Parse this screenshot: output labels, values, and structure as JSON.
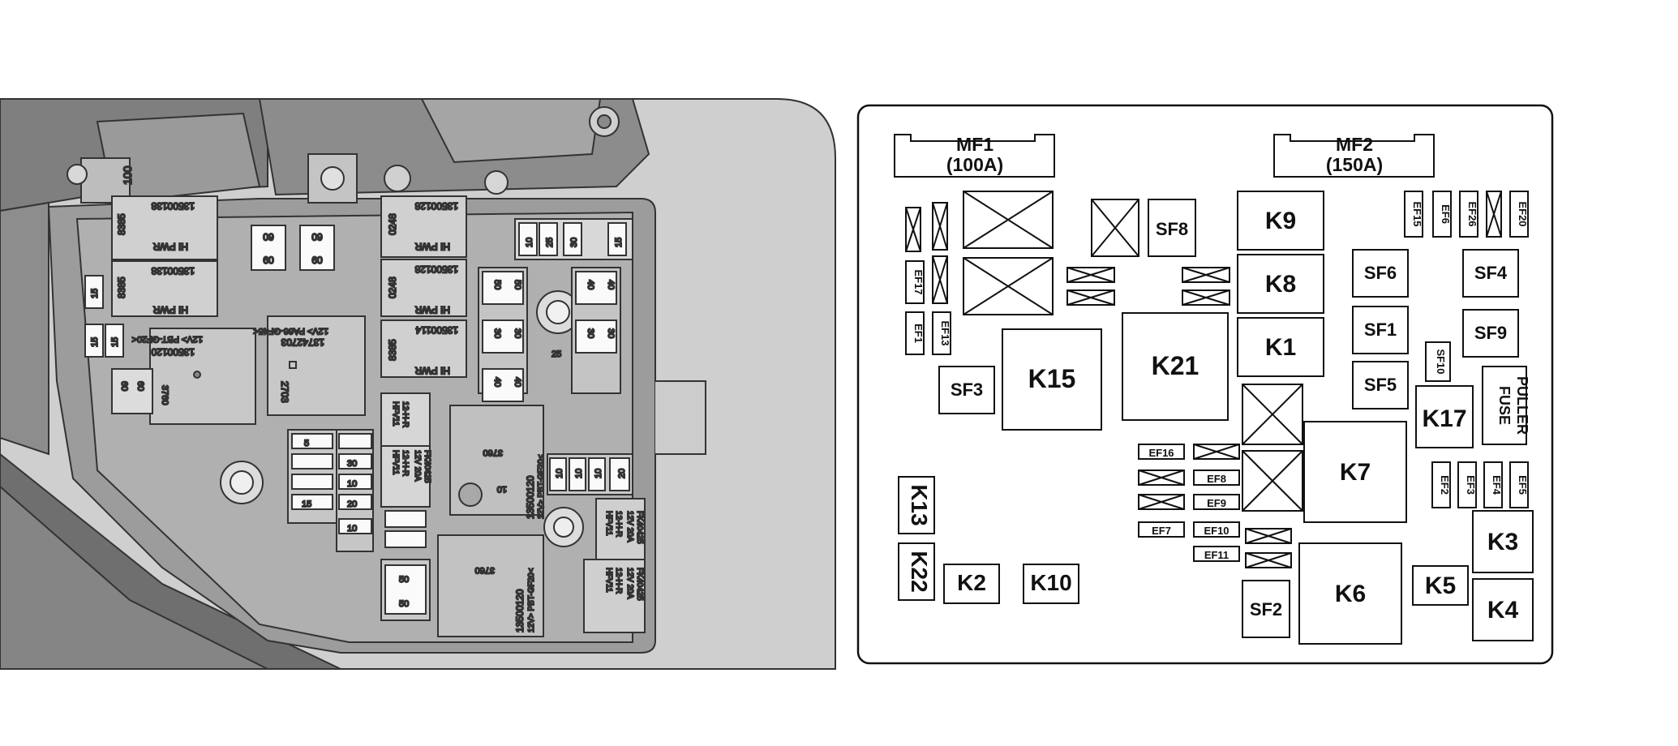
{
  "photo": {
    "relay_labels": {
      "r8385_top_a": "8385",
      "r13500138_a": "13500138",
      "hipwr_a": "HI PWR",
      "r8385_b": "8385",
      "r13500138_b": "13500138",
      "hipwr_b": "HI PWR",
      "r0248_a": "0248",
      "r13500128_a": "13500128",
      "hipwr_c": "HI PWR",
      "r0248_b": "0248",
      "r13500128_b": "13500128",
      "hipwr_d": "HI PWR",
      "r8385_c": "8385",
      "r13500114": "13500114",
      "hipwr_e": "HI PWR",
      "r13500120_a": "13500120",
      "r12v_pbt_a": "12V> PBT-GF20<",
      "r3760_a": "3760",
      "r13742703": "13742703",
      "r12v_pa66": "12V> PA66-GF45<",
      "r2703": "2703",
      "r3760_b": "3760",
      "r13500120_b": "13500120",
      "r12v_pbt_b": "12V> PBT-GF20<",
      "r10": "10",
      "r3760_c": "3760",
      "r13500120_c": "13500120",
      "r12v_pbt_c": "12V> PBT-GF20<",
      "hfv11": "HFV11",
      "hfv12hr": "12-H-R",
      "v20a": "12V 20A",
      "fk": "FK40425"
    },
    "fuse_values": {
      "f100": "100",
      "f60a": "60",
      "f60b": "60",
      "f60c": "60",
      "f60d": "60",
      "f15a": "15",
      "f15b": "15",
      "f15c": "15",
      "f10a": "10",
      "f25a": "25",
      "f30a": "30",
      "f15d": "15",
      "f50a": "50",
      "f50b": "50",
      "f40a": "40",
      "f40b": "40",
      "f30b": "30",
      "f30c": "30",
      "f30d": "30",
      "f30e": "30",
      "f40c": "40",
      "f40d": "40",
      "f25b": "25",
      "f5": "5",
      "f30f": "30",
      "f10b": "10",
      "f15e": "15",
      "f20a": "20",
      "f10c": "10",
      "f10d": "10",
      "f10e": "10",
      "f10f": "10",
      "f20b": "20",
      "f50c": "50",
      "f50d": "50"
    }
  },
  "diagram": {
    "MF1_line1": "MF1",
    "MF1_line2": "(100A)",
    "MF2_line1": "MF2",
    "MF2_line2": "(150A)",
    "SF8": "SF8",
    "K9": "K9",
    "K8": "K8",
    "K1": "K1",
    "K15": "K15",
    "K21": "K21",
    "SF3": "SF3",
    "SF6": "SF6",
    "SF4": "SF4",
    "SF1": "SF1",
    "SF9": "SF9",
    "SF5": "SF5",
    "SF10": "SF10",
    "K17": "K17",
    "FUSE": "FUSE",
    "PULLER": "PULLER",
    "K7": "K7",
    "EF15": "EF15",
    "EF6": "EF6",
    "EF26": "EF26",
    "EF20": "EF20",
    "EF17": "EF17",
    "EF1": "EF1",
    "EF13": "EF13",
    "EF16": "EF16",
    "EF8": "EF8",
    "EF9": "EF9",
    "EF7": "EF7",
    "EF10": "EF10",
    "EF11": "EF11",
    "EF2": "EF2",
    "EF3": "EF3",
    "EF4": "EF4",
    "EF5": "EF5",
    "K13": "K13",
    "K22": "K22",
    "K2": "K2",
    "K10": "K10",
    "SF2": "SF2",
    "K6": "K6",
    "K5": "K5",
    "K3": "K3",
    "K4": "K4"
  }
}
